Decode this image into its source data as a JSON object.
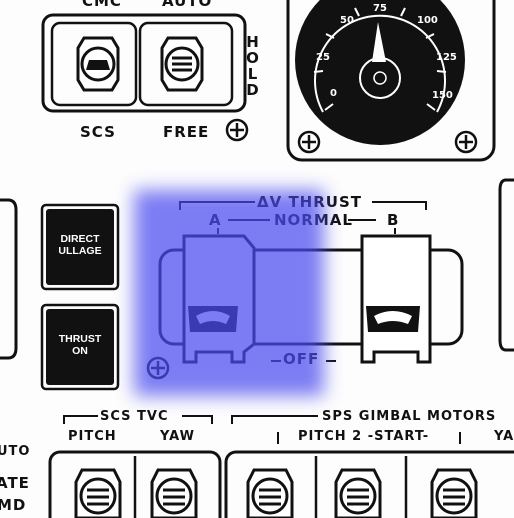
{
  "top_switch": {
    "left_label_top": "CMC",
    "right_label_top": "AUTO",
    "left_label_bottom": "SCS",
    "right_label_bottom": "FREE",
    "side_label": "HOLD"
  },
  "dial": {
    "scale_labels": [
      "0",
      "25",
      "50",
      "75",
      "100",
      "125",
      "150"
    ]
  },
  "buttons": {
    "direct_ullage": [
      "DIRECT",
      "ULLAGE"
    ],
    "thrust_on": [
      "THRUST",
      "ON"
    ]
  },
  "dv_thrust": {
    "title": "ΔV THRUST",
    "normal_label": "NORMAL",
    "a_label": "A",
    "b_label": "B",
    "off_label": "OFF"
  },
  "bottom": {
    "scs_tvc": "SCS TVC",
    "sps_gimbal": "SPS GIMBAL MOTORS",
    "pitch": "PITCH",
    "yaw": "YAW",
    "pitch2_start": "PITCH 2 -START-",
    "y_partial": "YA",
    "left_partial_1": "UTO",
    "left_partial_2": "ATE",
    "left_partial_3": "MD"
  },
  "highlight_color": "#4b4bf0"
}
